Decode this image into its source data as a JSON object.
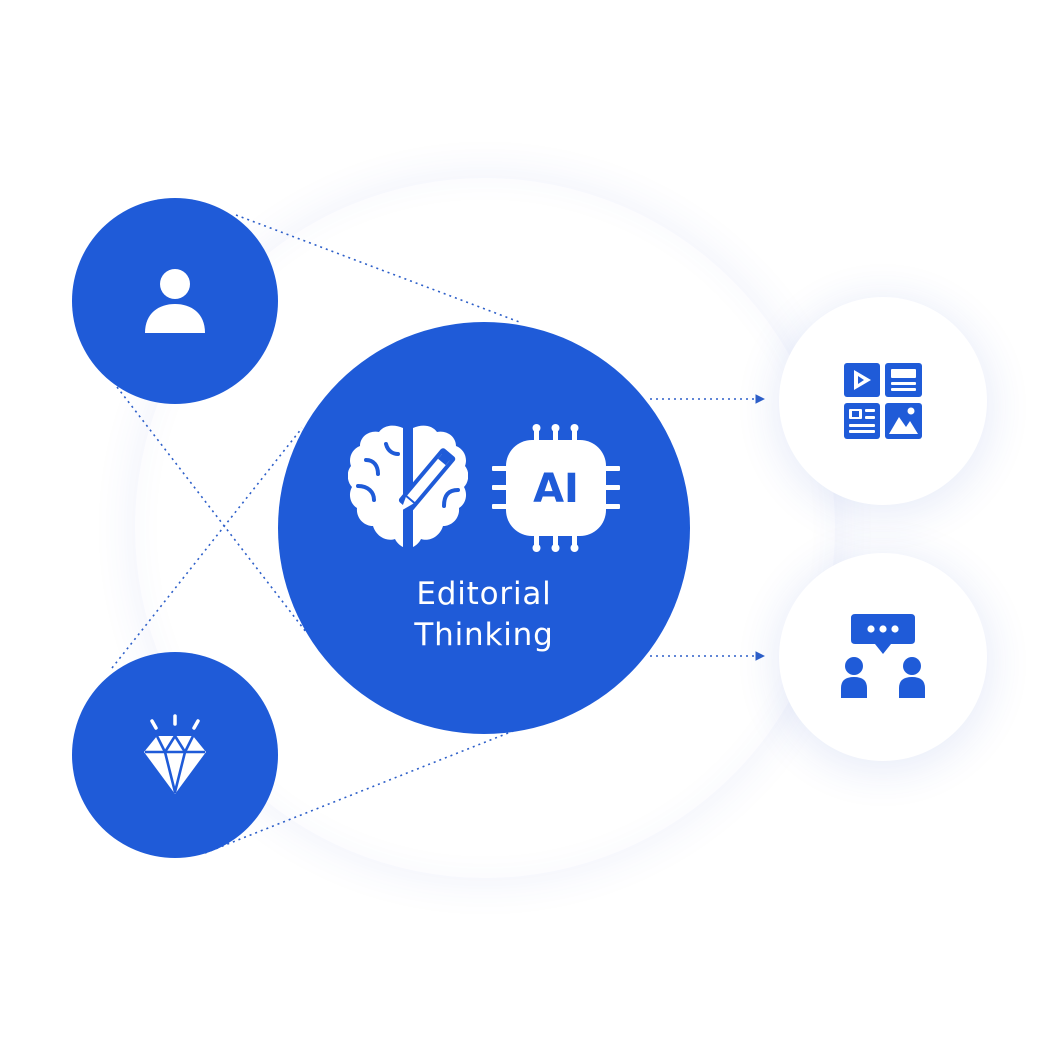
{
  "diagram": {
    "center": {
      "title_line1": "Editorial",
      "title_line2": "Thinking",
      "chip_text": "AI",
      "icons": [
        "brain-pencil-icon",
        "ai-chip-icon"
      ]
    },
    "inputs": [
      {
        "icon": "user-icon"
      },
      {
        "icon": "diamond-icon"
      }
    ],
    "outputs": [
      {
        "icon": "media-grid-icon"
      },
      {
        "icon": "group-chat-icon"
      }
    ]
  },
  "colors": {
    "primary_blue": "#1f5bd8",
    "background": "#ffffff",
    "connector": "#2d5fc9"
  }
}
